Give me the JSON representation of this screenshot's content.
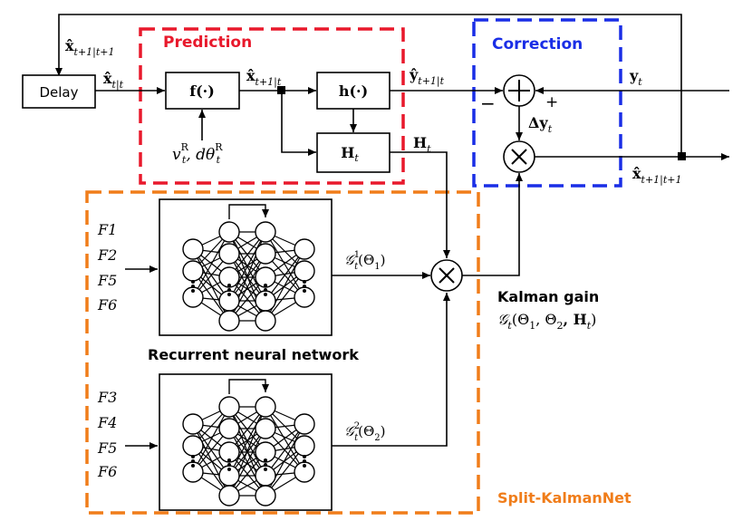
{
  "regions": {
    "prediction": "Prediction",
    "correction": "Correction",
    "split": "Split-KalmanNet",
    "rnn": "Recurrent neural network"
  },
  "blocks": {
    "delay": "Delay",
    "f": "f(·)",
    "h": "h(·)",
    "H": "H",
    "H_sub": "t"
  },
  "signals": {
    "x_t_given_t": "x̂",
    "x_t_given_t_sub": "t|t",
    "x_next_given_next": "x̂",
    "x_next_given_next_sub": "t+1|t+1",
    "x_pred": "x̂",
    "x_pred_sub": "t+1|t",
    "y_pred": "ŷ",
    "y_pred_sub": "t+1|t",
    "y": "y",
    "y_sub": "t",
    "dy": "Δy",
    "dy_sub": "t",
    "Ht": "H",
    "Ht_sub": "t",
    "x_out": "x̂",
    "x_out_sub": "t+1|t+1",
    "v": "v",
    "v_sup": "R",
    "v_sub": "t",
    "dtheta": ", dθ",
    "dtheta_sup": "R",
    "dtheta_sub": "t",
    "minus": "−",
    "plus": "+"
  },
  "gain": {
    "label": "Kalman gain",
    "formula": "𝒢",
    "formula_sub": "t",
    "formula_args": "(Θ",
    "formula_arg1": "1",
    "formula_mid": ", Θ",
    "formula_arg2": "2",
    "formula_end": ", H",
    "formula_endsub": "t",
    "formula_close": ")"
  },
  "rnn1": {
    "inputs": [
      "F1",
      "F2",
      "F5",
      "F6"
    ],
    "out": "𝒢",
    "out_sup": "1",
    "out_sub": "t",
    "out_arg": "(Θ",
    "out_arg_sub": "1",
    "out_close": ")"
  },
  "rnn2": {
    "inputs": [
      "F3",
      "F4",
      "F5",
      "F6"
    ],
    "out": "𝒢",
    "out_sup": "2",
    "out_sub": "t",
    "out_arg": "(Θ",
    "out_arg_sub": "2",
    "out_close": ")"
  },
  "colors": {
    "prediction": "#e8192c",
    "correction": "#1a2ee6",
    "split": "#f07d1a",
    "line": "#000000"
  }
}
